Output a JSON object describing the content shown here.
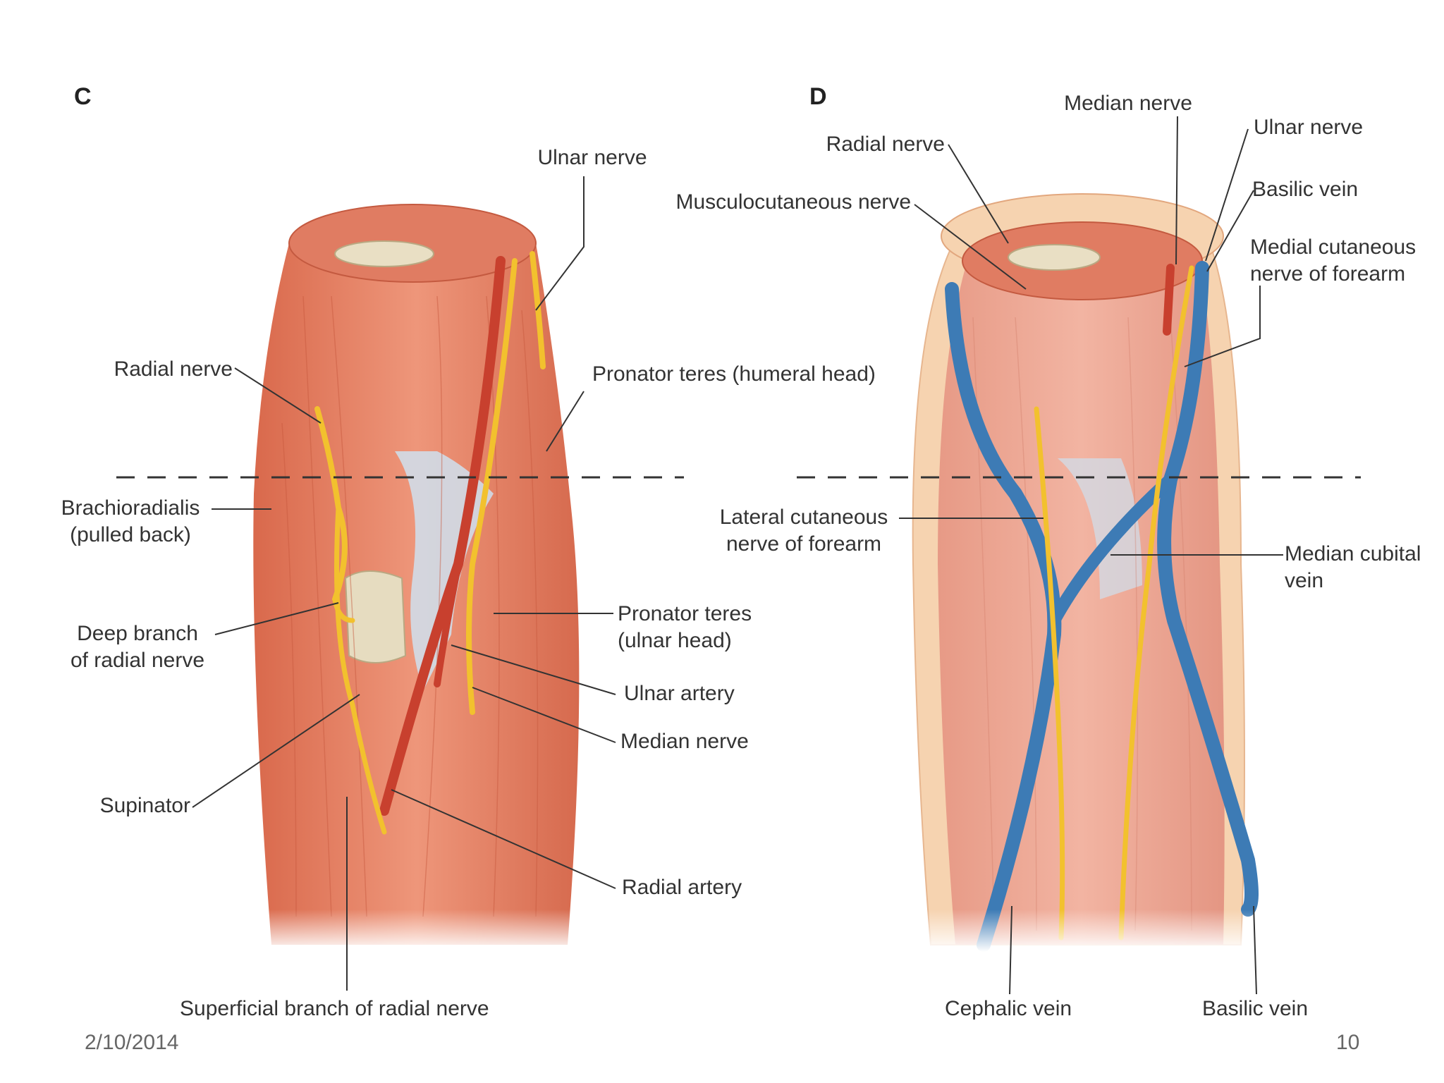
{
  "panels": {
    "c": "C",
    "d": "D"
  },
  "labels_c": {
    "ulnar_nerve": "Ulnar nerve",
    "radial_nerve": "Radial nerve",
    "pronator_teres_humeral": "Pronator teres (humeral head)",
    "brachioradialis": "Brachioradialis\n(pulled back)",
    "deep_branch": "Deep branch\nof radial nerve",
    "pronator_teres_ulnar": "Pronator teres\n(ulnar head)",
    "ulnar_artery": "Ulnar artery",
    "median_nerve": "Median nerve",
    "supinator": "Supinator",
    "radial_artery": "Radial artery",
    "superficial_branch": "Superficial branch of radial nerve"
  },
  "labels_d": {
    "median_nerve": "Median nerve",
    "radial_nerve": "Radial nerve",
    "ulnar_nerve": "Ulnar nerve",
    "musculocutaneous": "Musculocutaneous nerve",
    "basilic_vein_top": "Basilic vein",
    "medial_cutaneous": "Medial cutaneous\nnerve of forearm",
    "lateral_cutaneous": "Lateral cutaneous\nnerve of forearm",
    "median_cubital": "Median cubital\nvein",
    "cephalic_vein": "Cephalic vein",
    "basilic_vein_bottom": "Basilic vein"
  },
  "footer": {
    "date": "2/10/2014",
    "page": "10"
  },
  "colors": {
    "muscle": "#e8876a",
    "nerve": "#f2c12e",
    "artery": "#c8402e",
    "vein": "#3d7bb5",
    "skin": "#f6d3b0",
    "fascia": "#cfe0ee"
  }
}
